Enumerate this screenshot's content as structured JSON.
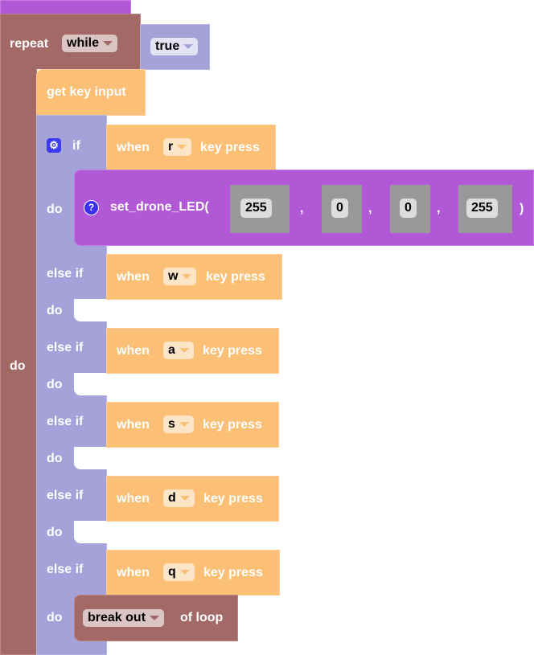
{
  "repeat": {
    "label": "repeat",
    "mode": "while",
    "do_label": "do",
    "condition": "true"
  },
  "get_key": "get key input",
  "if_block": {
    "if_label": "if",
    "do_label": "do",
    "else_if_label": "else if"
  },
  "conditions": [
    {
      "when": "when",
      "key": "r",
      "suffix": "key press"
    },
    {
      "when": "when",
      "key": "w",
      "suffix": "key press"
    },
    {
      "when": "when",
      "key": "a",
      "suffix": "key press"
    },
    {
      "when": "when",
      "key": "s",
      "suffix": "key press"
    },
    {
      "when": "when",
      "key": "d",
      "suffix": "key press"
    },
    {
      "when": "when",
      "key": "q",
      "suffix": "key press"
    }
  ],
  "led": {
    "name": "set_drone_LED(",
    "args": [
      "255",
      "0",
      "0",
      "255"
    ],
    "sep": ",",
    "close": ")",
    "help": "?"
  },
  "break": {
    "mode": "break out",
    "suffix": "of loop"
  },
  "colors": {
    "loop": "#a36967",
    "logic": "#a4a2d9",
    "input": "#fbbf75",
    "function": "#b158d6"
  }
}
